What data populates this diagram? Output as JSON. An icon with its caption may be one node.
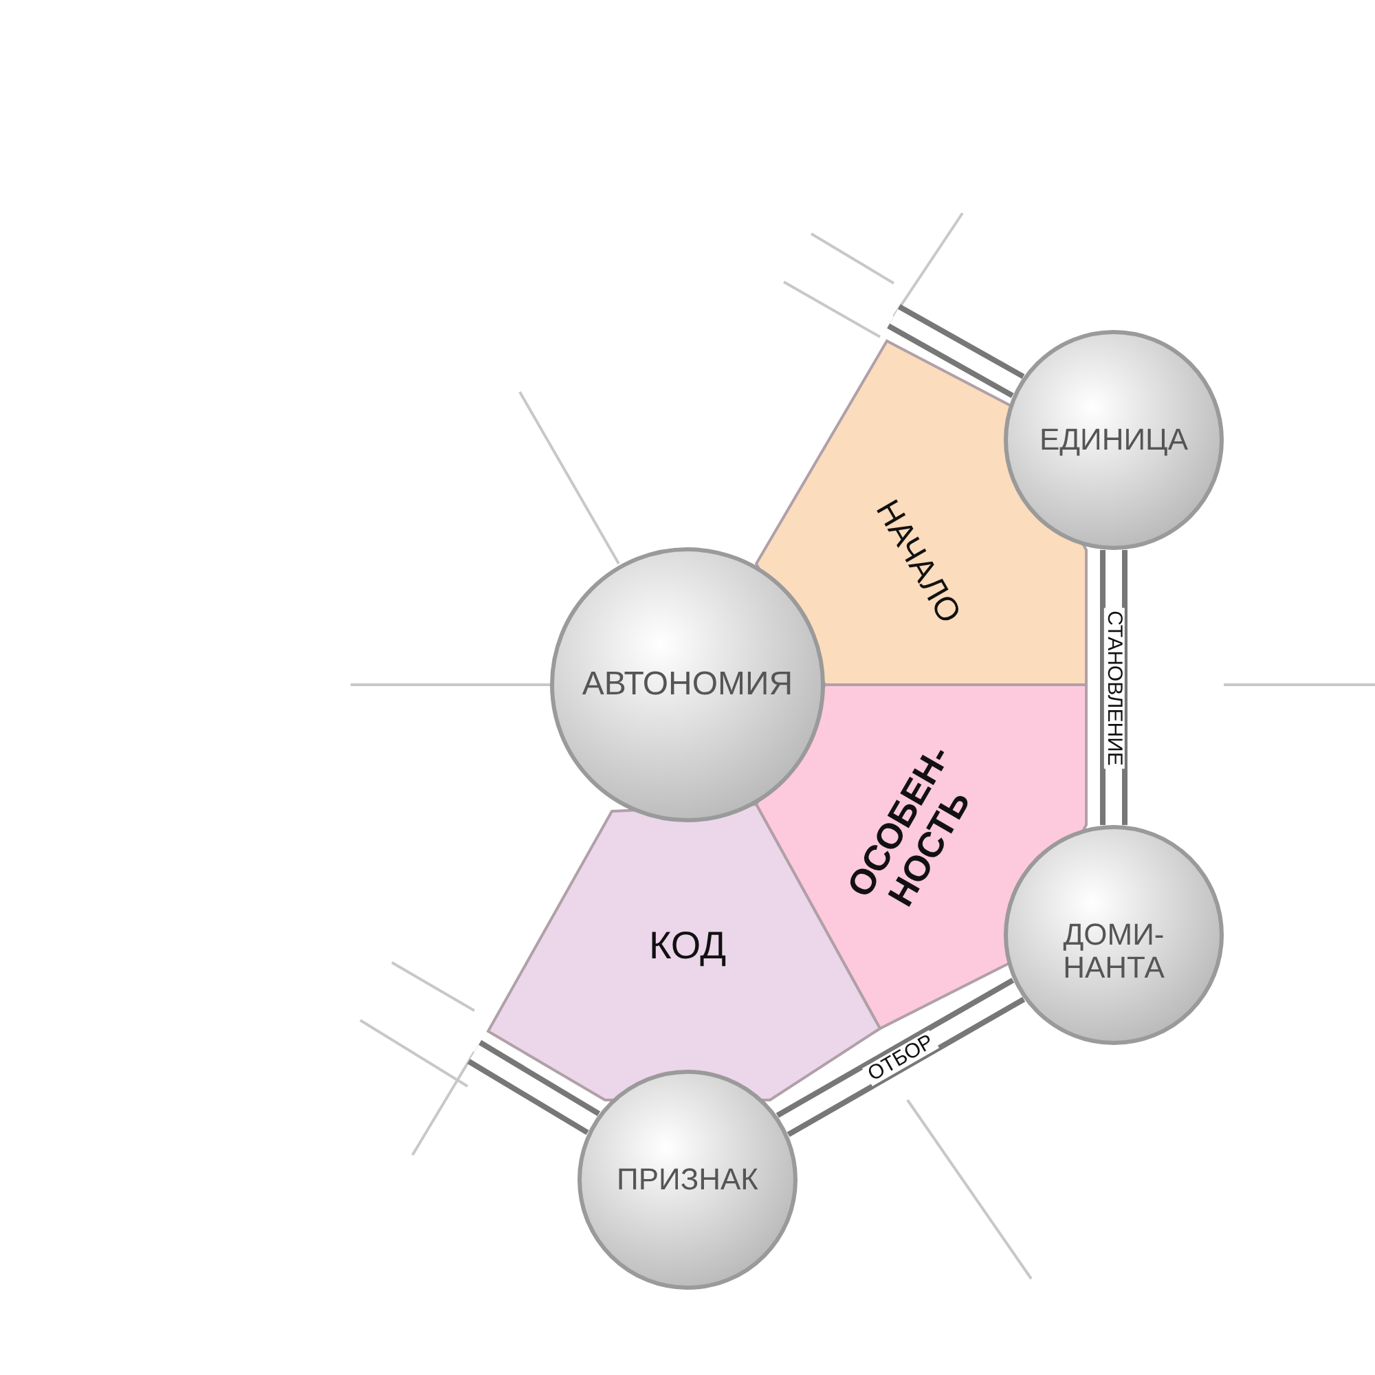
{
  "diagram": {
    "nodes": [
      {
        "text": [
          "АВТОНОМИЯ"
        ]
      },
      {
        "text": [
          "ЕДИНИЦА"
        ]
      },
      {
        "text": [
          "ДОМИ- НАНТА"
        ]
      },
      {
        "text": [
          "ПРИЗНАК"
        ]
      },
      {
        "text": [
          "НАЧАЛО"
        ]
      },
      {
        "text": [
          "ОСОБЕН- НОСТЬ"
        ]
      },
      {
        "text": [
          "КОД"
        ]
      }
    ],
    "edges": [
      {
        "from": 1,
        "to": 2,
        "arrow": "none",
        "label": "СТАНОВЛЕНИЕ"
      },
      {
        "from": 2,
        "to": 3,
        "arrow": "none",
        "label": "ОТБОР"
      },
      {
        "from": 1,
        "to": null,
        "arrow": "none"
      },
      {
        "from": 3,
        "to": null,
        "arrow": "none"
      }
    ]
  }
}
